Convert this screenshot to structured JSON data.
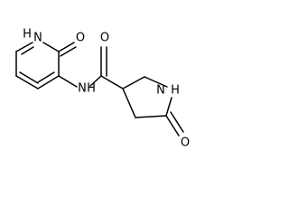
{
  "molecule": {
    "atoms": {
      "n1h": "H",
      "n1": "N",
      "o1": "O",
      "nh_amide": "N",
      "h_amide": "H",
      "o_amide": "O",
      "nh_lactam": "N",
      "h_lactam": "H",
      "o_lactam": "O"
    }
  }
}
